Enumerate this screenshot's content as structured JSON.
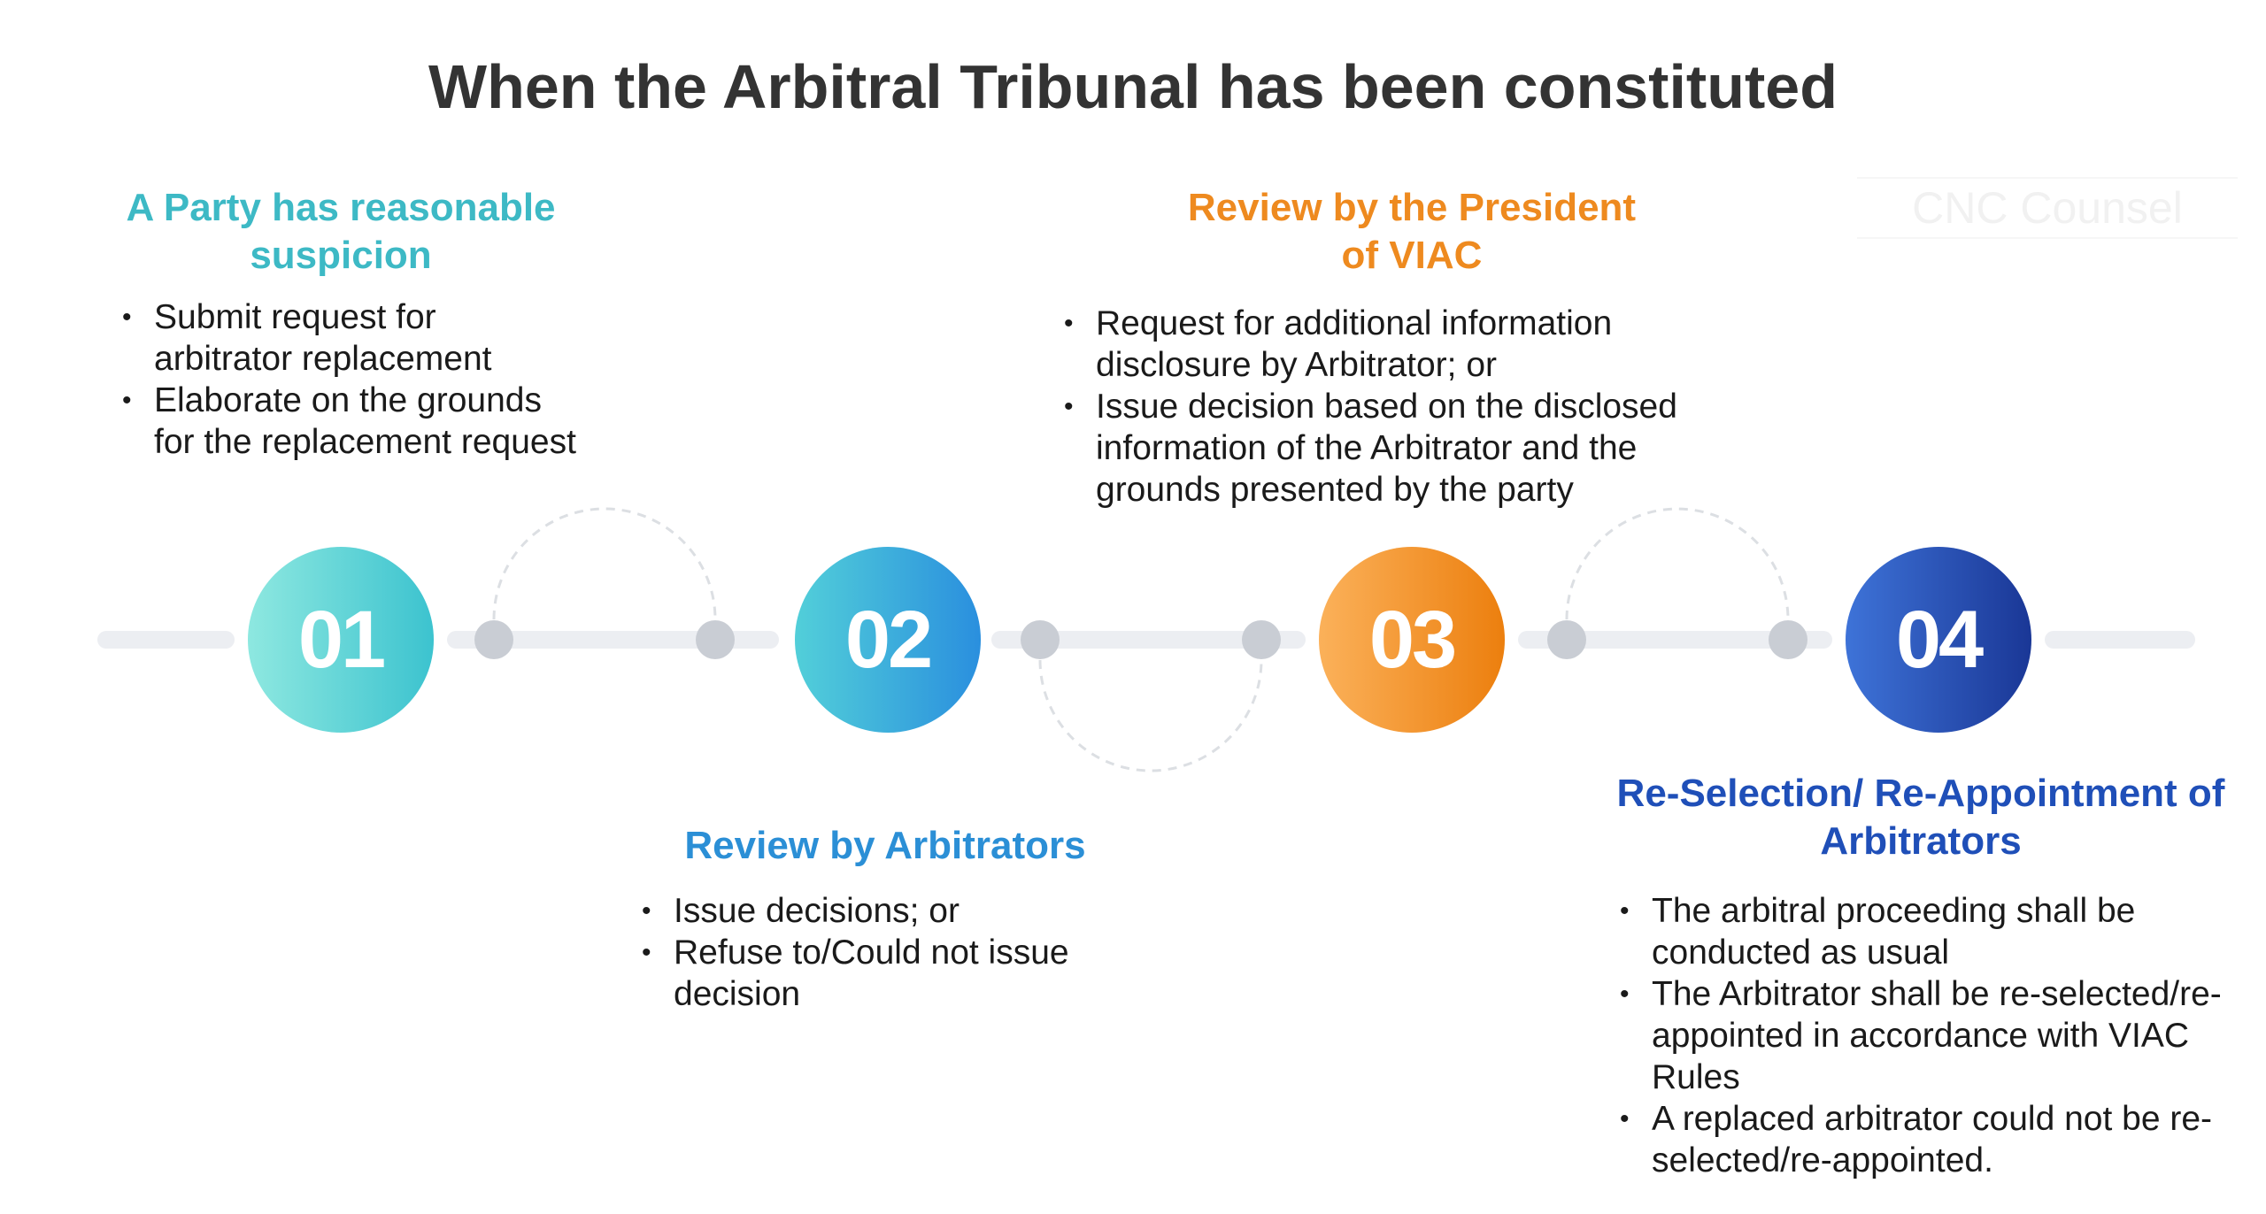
{
  "title": "When the Arbitral Tribunal has been constituted",
  "watermark": "CNC Counsel",
  "steps": [
    {
      "number": "01",
      "title": "A Party has reasonable suspicion",
      "title_color": "#3DB9C5",
      "bullets": [
        "Submit request for arbitrator replacement",
        "Elaborate on the grounds for the replacement request"
      ]
    },
    {
      "number": "02",
      "title": "Review by Arbitrators",
      "title_color": "#2B8FD6",
      "bullets": [
        "Issue decisions; or",
        "Refuse to/Could not issue decision"
      ]
    },
    {
      "number": "03",
      "title": "Review by the President of VIAC",
      "title_color": "#EE8A1F",
      "bullets": [
        "Request for additional information disclosure by Arbitrator; or",
        "Issue decision based on the disclosed information of the Arbitrator and the grounds presented by the party"
      ]
    },
    {
      "number": "04",
      "title": "Re-Selection/ Re-Appointment of Arbitrators",
      "title_color": "#1F4FB8",
      "bullets": [
        "The arbitral proceeding shall be conducted as usual",
        "The Arbitrator shall be re-selected/re-appointed in accordance with VIAC Rules",
        "A replaced arbitrator could not be re-selected/re-appointed."
      ]
    }
  ],
  "colors": {
    "step1_gradient": [
      "#8EE8E0",
      "#3CC3CF"
    ],
    "step2_gradient": [
      "#52CFD9",
      "#2A8FDE"
    ],
    "step3_gradient": [
      "#FBB15A",
      "#EC7F0E"
    ],
    "step4_gradient": [
      "#3E73D8",
      "#1A3796"
    ],
    "track": "#ECEEF2",
    "dot": "#C9CDD4",
    "arc": "#DCDFE3"
  }
}
